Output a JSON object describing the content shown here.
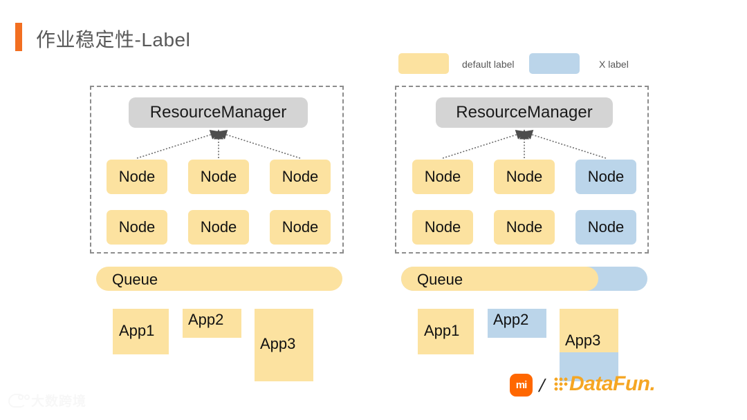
{
  "slide": {
    "title": "作业稳定性-Label",
    "accent_color": "#F26F21"
  },
  "legend": {
    "items": [
      {
        "label": "default label",
        "color": "#FCE2A0",
        "swatch_name": "legend-swatch-default"
      },
      {
        "label": "X label",
        "color": "#BBD5EA",
        "swatch_name": "legend-swatch-x"
      }
    ]
  },
  "colors": {
    "yellow": "#FCE2A0",
    "blue": "#BBD5EA",
    "gray": "#D4D4D4",
    "dashed_border": "#8C8C8C",
    "title_text": "#595959"
  },
  "diagrams": [
    {
      "id": "left",
      "cluster": {
        "resource_manager": "ResourceManager",
        "node_rows": [
          [
            {
              "label": "Node",
              "color": "yellow"
            },
            {
              "label": "Node",
              "color": "yellow"
            },
            {
              "label": "Node",
              "color": "yellow"
            }
          ],
          [
            {
              "label": "Node",
              "color": "yellow"
            },
            {
              "label": "Node",
              "color": "yellow"
            },
            {
              "label": "Node",
              "color": "yellow"
            }
          ]
        ]
      },
      "queue": {
        "label": "Queue",
        "segments": [
          {
            "color": "yellow",
            "fraction": 1.0
          }
        ]
      },
      "apps": [
        {
          "label": "App1",
          "segments": [
            {
              "color": "yellow",
              "fraction": 1.0
            }
          ]
        },
        {
          "label": "App2",
          "segments": [
            {
              "color": "yellow",
              "fraction": 1.0
            }
          ]
        },
        {
          "label": "App3",
          "segments": [
            {
              "color": "yellow",
              "fraction": 1.0
            }
          ]
        }
      ]
    },
    {
      "id": "right",
      "cluster": {
        "resource_manager": "ResourceManager",
        "node_rows": [
          [
            {
              "label": "Node",
              "color": "yellow"
            },
            {
              "label": "Node",
              "color": "yellow"
            },
            {
              "label": "Node",
              "color": "blue"
            }
          ],
          [
            {
              "label": "Node",
              "color": "yellow"
            },
            {
              "label": "Node",
              "color": "yellow"
            },
            {
              "label": "Node",
              "color": "blue"
            }
          ]
        ]
      },
      "queue": {
        "label": "Queue",
        "segments": [
          {
            "color": "yellow",
            "fraction": 0.8
          },
          {
            "color": "blue",
            "fraction": 0.2
          }
        ]
      },
      "apps": [
        {
          "label": "App1",
          "segments": [
            {
              "color": "yellow",
              "fraction": 1.0
            }
          ]
        },
        {
          "label": "App2",
          "segments": [
            {
              "color": "blue",
              "fraction": 1.0
            }
          ]
        },
        {
          "label": "App3",
          "segments": [
            {
              "color": "yellow",
              "fraction": 0.6
            },
            {
              "color": "blue",
              "fraction": 0.4
            }
          ]
        }
      ]
    }
  ],
  "footer": {
    "mi_logo_text": "mi",
    "separator": "/",
    "datafun_text": "DataFun.",
    "datafun_color": "#F5A623",
    "mi_color": "#FF6700"
  },
  "watermark": {
    "text": "大数跨境"
  }
}
